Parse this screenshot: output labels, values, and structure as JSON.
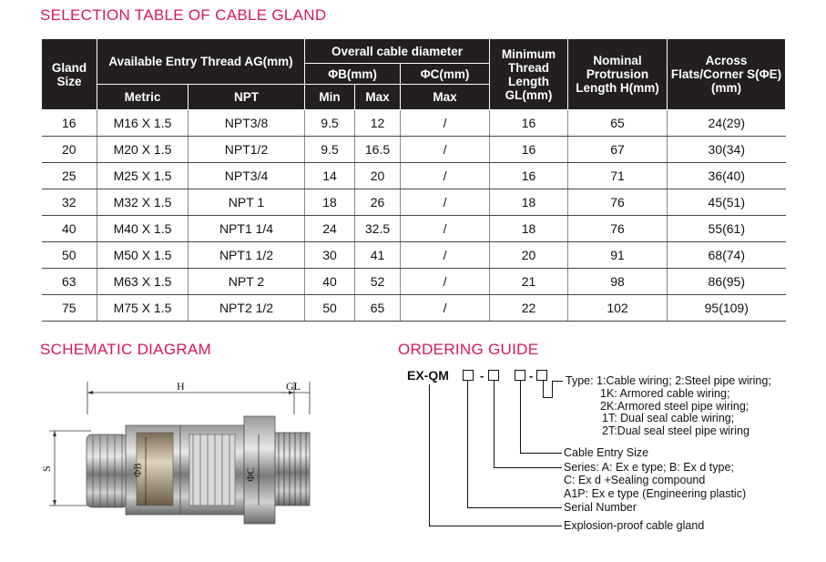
{
  "titles": {
    "selection": "SELECTION TABLE OF CABLE GLAND",
    "schematic": "SCHEMATIC DIAGRAM",
    "ordering": "ORDERING GUIDE"
  },
  "table": {
    "headers": {
      "gland_size": "Gland Size",
      "entry_thread": "Available Entry Thread AG(mm)",
      "metric": "Metric",
      "npt": "NPT",
      "overall_diameter": "Overall cable diameter",
      "phi_b": "ΦB(mm)",
      "phi_c": "ΦC(mm)",
      "min": "Min",
      "max": "Max",
      "max_c": "Max",
      "min_thread": "Minimum Thread Length GL(mm)",
      "protrusion": "Nominal Protrusion Length H(mm)",
      "across_flats": "Across Flats/Corner S(ΦE) (mm)"
    },
    "rows": [
      [
        "16",
        "M16 X 1.5",
        "NPT3/8",
        "9.5",
        "12",
        "/",
        "16",
        "65",
        "24(29)"
      ],
      [
        "20",
        "M20 X 1.5",
        "NPT1/2",
        "9.5",
        "16.5",
        "/",
        "16",
        "67",
        "30(34)"
      ],
      [
        "25",
        "M25 X 1.5",
        "NPT3/4",
        "14",
        "20",
        "/",
        "16",
        "71",
        "36(40)"
      ],
      [
        "32",
        "M32 X 1.5",
        "NPT 1",
        "18",
        "26",
        "/",
        "18",
        "76",
        "45(51)"
      ],
      [
        "40",
        "M40 X 1.5",
        "NPT1 1/4",
        "24",
        "32.5",
        "/",
        "18",
        "76",
        "55(61)"
      ],
      [
        "50",
        "M50 X 1.5",
        "NPT1 1/2",
        "30",
        "41",
        "/",
        "20",
        "91",
        "68(74)"
      ],
      [
        "63",
        "M63 X 1.5",
        "NPT 2",
        "40",
        "52",
        "/",
        "21",
        "98",
        "86(95)"
      ],
      [
        "75",
        "M75 X 1.5",
        "NPT2 1/2",
        "50",
        "65",
        "/",
        "22",
        "102",
        "95(109)"
      ]
    ]
  },
  "diagram": {
    "label_h": "H",
    "label_gl": "GL",
    "label_s": "S",
    "label_phib": "ΦB",
    "label_phic": "ΦC"
  },
  "ordering": {
    "code": "EX-QM",
    "type_line1": "Type: 1:Cable wiring; 2:Steel pipe wiring;",
    "type_line2": "1K: Armored cable wiring;",
    "type_line3": "2K:Armored steel pipe wiring;",
    "type_line4": "1T: Dual seal cable wiring;",
    "type_line5": "2T:Dual seal steel pipe wiring",
    "entry_size": "Cable Entry Size",
    "series_line1": "Series: A: Ex e type; B: Ex d type;",
    "series_line2": "C: Ex d +Sealing compound",
    "series_line3": "A1P: Ex e type (Engineering plastic)",
    "serial": "Serial Number",
    "gland": "Explosion-proof cable gland"
  }
}
